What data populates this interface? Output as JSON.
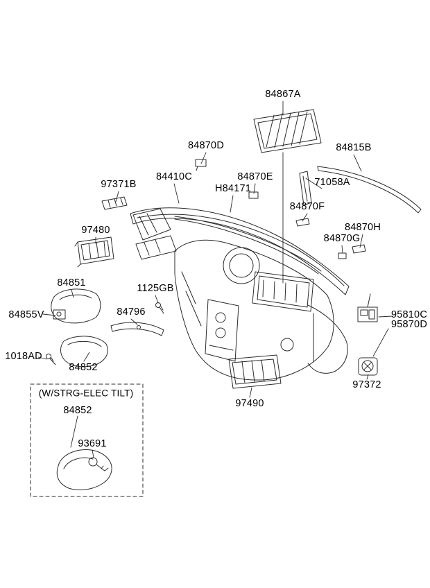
{
  "page": {
    "background": "#ffffff",
    "line_color": "#2a2a2a",
    "text_color": "#000000"
  },
  "diagram": {
    "type": "exploded-parts-diagram",
    "subject": "instrument-panel-crash-pad-assembly"
  },
  "labels": [
    {
      "id": "84867A",
      "text": "84867A"
    },
    {
      "id": "84870D",
      "text": "84870D"
    },
    {
      "id": "84815B",
      "text": "84815B"
    },
    {
      "id": "97371B",
      "text": "97371B"
    },
    {
      "id": "84410C",
      "text": "84410C"
    },
    {
      "id": "H84171",
      "text": "H84171"
    },
    {
      "id": "84870E",
      "text": "84870E"
    },
    {
      "id": "71058A",
      "text": "71058A"
    },
    {
      "id": "84870F",
      "text": "84870F"
    },
    {
      "id": "97480",
      "text": "97480"
    },
    {
      "id": "84870G",
      "text": "84870G"
    },
    {
      "id": "84870H",
      "text": "84870H"
    },
    {
      "id": "84851",
      "text": "84851"
    },
    {
      "id": "1125GB",
      "text": "1125GB"
    },
    {
      "id": "84855V",
      "text": "84855V"
    },
    {
      "id": "84796",
      "text": "84796"
    },
    {
      "id": "95810C",
      "text": "95810C"
    },
    {
      "id": "95870D",
      "text": "95870D"
    },
    {
      "id": "1018AD",
      "text": "1018AD"
    },
    {
      "id": "84852",
      "text": "84852"
    },
    {
      "id": "97372",
      "text": "97372"
    },
    {
      "id": "97490",
      "text": "97490"
    },
    {
      "id": "strg-elec-tilt-note",
      "text": "(W/STRG-ELEC TILT)"
    },
    {
      "id": "84852-tilt",
      "text": "84852"
    },
    {
      "id": "93691",
      "text": "93691"
    }
  ]
}
